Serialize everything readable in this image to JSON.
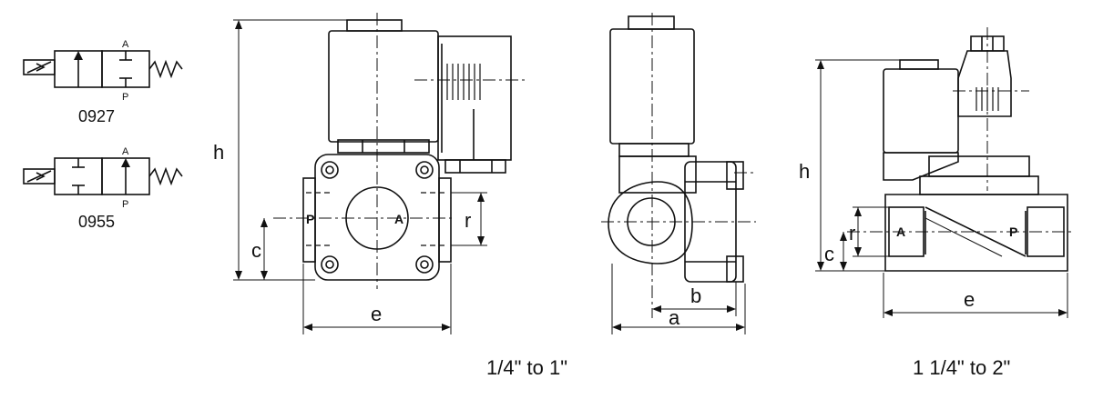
{
  "symbols": [
    {
      "code": "0927",
      "top_port": "A",
      "bottom_port": "P"
    },
    {
      "code": "0955",
      "top_port": "A",
      "bottom_port": "P"
    }
  ],
  "views": {
    "small_front": {
      "h": "h",
      "c": "c",
      "r": "r",
      "e": "e",
      "port_in": "P",
      "port_out": "A"
    },
    "small_side": {
      "a": "a",
      "b": "b"
    },
    "large_front": {
      "h": "h",
      "c": "c",
      "r": "r",
      "e": "e",
      "port_in": "A",
      "port_out": "P"
    }
  },
  "ranges": {
    "small": "1/4\" to 1\"",
    "large": "1 1/4\" to 2\""
  },
  "colors": {
    "line": "#111111",
    "background": "#ffffff"
  }
}
